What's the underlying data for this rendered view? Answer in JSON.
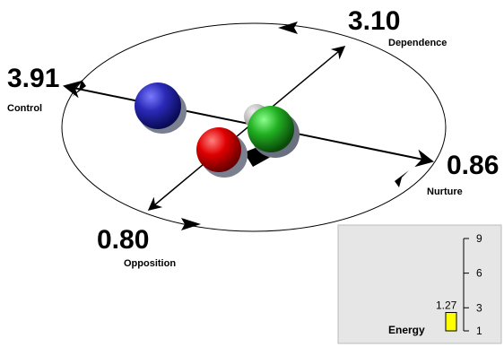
{
  "axes": {
    "dependence": {
      "value": "3.10",
      "label": "Dependence"
    },
    "control": {
      "value": "3.91",
      "label": "Control"
    },
    "nurture": {
      "value": "0.86",
      "label": "Nurture"
    },
    "opposition": {
      "value": "0.80",
      "label": "Opposition"
    }
  },
  "gauge": {
    "label": "Energy",
    "value": 1.27,
    "value_text": "1.27",
    "range": [
      1,
      9
    ],
    "ticks": [
      "9",
      "6",
      "3",
      "1"
    ],
    "bar_color": "#ffff00",
    "panel_color": "#e6e6e6"
  },
  "spheres": [
    {
      "color_name": "blue",
      "color": "#2222aa"
    },
    {
      "color_name": "red",
      "color": "#dd0000"
    },
    {
      "color_name": "green",
      "color": "#22aa22"
    },
    {
      "color_name": "gray",
      "color": "#bbbbbb"
    }
  ]
}
